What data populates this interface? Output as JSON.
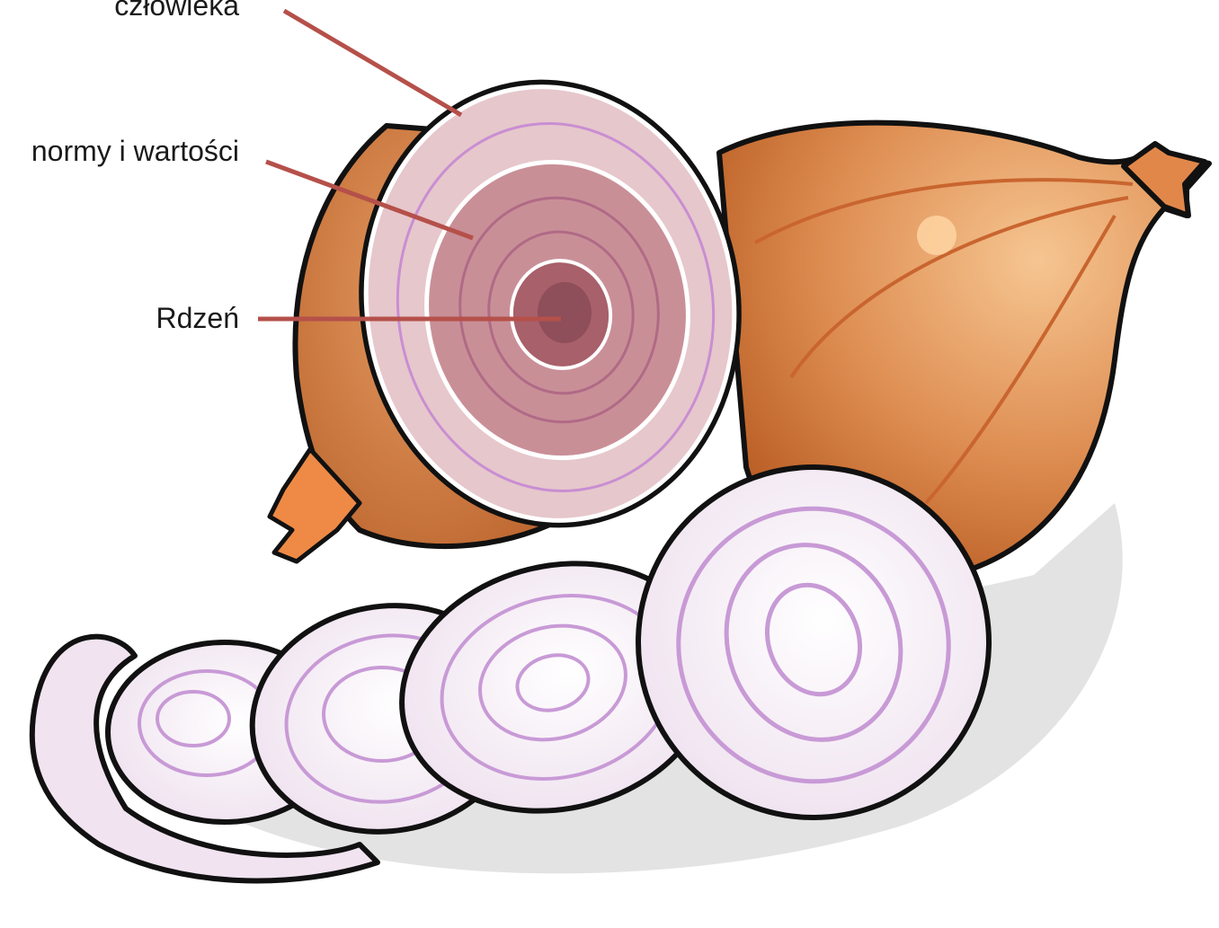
{
  "labels": {
    "outer": "człowieka",
    "middle": "normy i wartości",
    "core": "Rdzeń"
  },
  "colors": {
    "leader_line": "#b5504a",
    "onion_skin": "#d9874e",
    "onion_skin_dark": "#b8602a",
    "cut_face": "#e6c7cc",
    "middle_layer": "#c98f97",
    "core_layer": "#a8606a",
    "ring_stroke": "#c89ad6",
    "slice_fill": "#f6eef6",
    "outline": "#111111"
  },
  "icons": {
    "illustration": "onion-layers-icon"
  }
}
